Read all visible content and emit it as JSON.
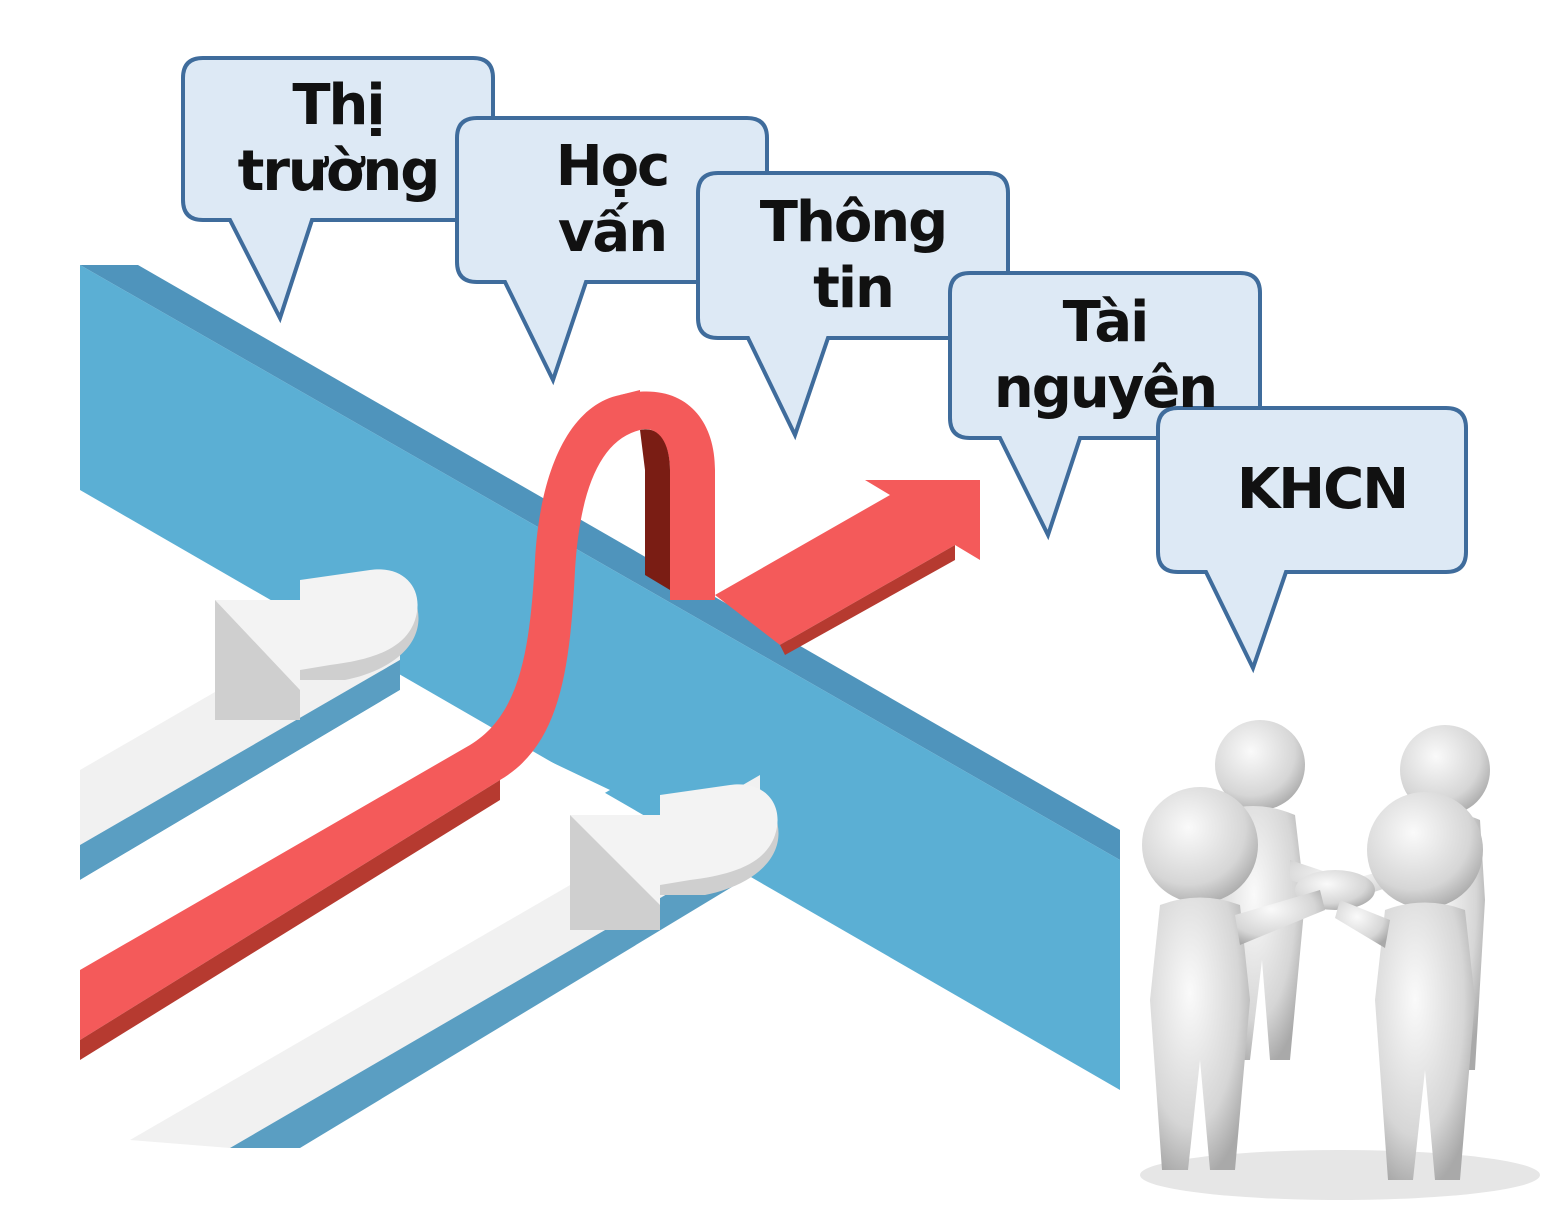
{
  "colors": {
    "bubble_fill": "#dde9f5",
    "bubble_stroke": "#3f6c9c",
    "wall_front": "#5bafd4",
    "wall_top": "#4f94bc",
    "wall_shadow": "#3f7fa8",
    "red_ribbon": "#f45a5a",
    "red_dark": "#7a1d14",
    "white_ribbon": "#f1f1f1",
    "white_ribbon_side": "#c9c9c9"
  },
  "bubbles": [
    {
      "id": "market",
      "lines": [
        "Thị",
        "trường"
      ]
    },
    {
      "id": "education",
      "lines": [
        "Học",
        "vấn"
      ]
    },
    {
      "id": "information",
      "lines": [
        "Thông",
        "tin"
      ]
    },
    {
      "id": "resources",
      "lines": [
        "Tài",
        "nguyên"
      ]
    },
    {
      "id": "science-technology",
      "lines": [
        "KHCN"
      ]
    }
  ],
  "illustration": {
    "ribbons": [
      "red-ribbon-crossing-wall",
      "white-arrow-upper",
      "white-arrow-lower"
    ],
    "figures": "four-people-joining-hands"
  }
}
